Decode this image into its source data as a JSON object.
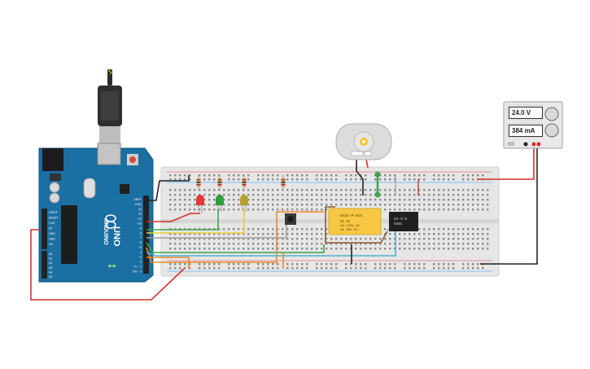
{
  "arduino": {
    "brand": "ARDUINO",
    "model": "UNO",
    "header_top": [
      "AREF",
      "GND",
      "13",
      "12",
      "~11",
      "~10",
      "~9",
      "8",
      "7",
      "~6",
      "~5",
      "4",
      "~3",
      "2",
      "TX→1",
      "RX←0"
    ],
    "header_power": [
      "IOREF",
      "RESET",
      "3.3V",
      "5V",
      "GND",
      "GND",
      "Vin"
    ],
    "header_analog": [
      "A0",
      "A1",
      "A2",
      "A3",
      "A4",
      "A5"
    ],
    "usb_icon": "usb-plug-icon",
    "board_color": "#1a6fa3"
  },
  "relay_module": {
    "label_1": "KS2E-M-DC5",
    "label_2": "DC 5V",
    "label_3": "4A 125V AC",
    "label_4": "2A 30V DC",
    "color": "#f7c843"
  },
  "relay_chip": {
    "label_1": "G3-S-5",
    "label_2": "5VDC"
  },
  "motor": {
    "icon": "dc-motor-icon"
  },
  "power_supply": {
    "voltage": "24.0 V",
    "current": "384 mA"
  },
  "leds": [
    {
      "name": "red",
      "color": "#e53935"
    },
    {
      "name": "green",
      "color": "#2e9e3a"
    },
    {
      "name": "yellow",
      "color": "#b5a12d"
    }
  ],
  "wire_colors": {
    "red": "#d32f2f",
    "black": "#222222",
    "orange": "#e8872a",
    "yellow": "#e8d12e",
    "green": "#3fa34d",
    "cyan": "#4fb0cf",
    "brown": "#8b5a2b",
    "gray": "#9e9e9e"
  }
}
